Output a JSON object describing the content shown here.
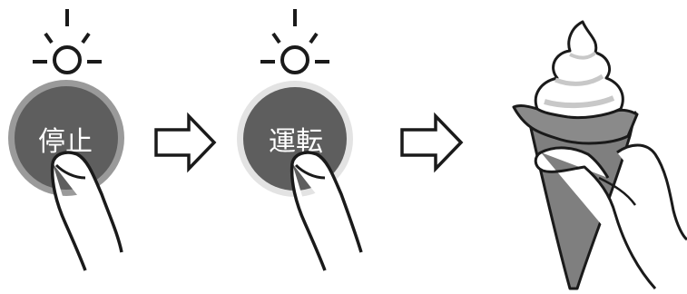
{
  "steps": [
    {
      "button_label": "停止",
      "state": "stop"
    },
    {
      "button_label": "運転",
      "state": "run"
    }
  ],
  "result": {
    "item": "soft-serve-cone"
  },
  "colors": {
    "button_fill": "#5e5e5e",
    "stop_ring": "#9a9a9a",
    "run_ring": "#e3e3e3",
    "cone": "#7f7f7f",
    "outline": "#1a1a1a",
    "background": "#ffffff"
  },
  "icons": [
    "lamp-icon",
    "arrow-right-icon",
    "finger-icon",
    "hand-icon"
  ]
}
